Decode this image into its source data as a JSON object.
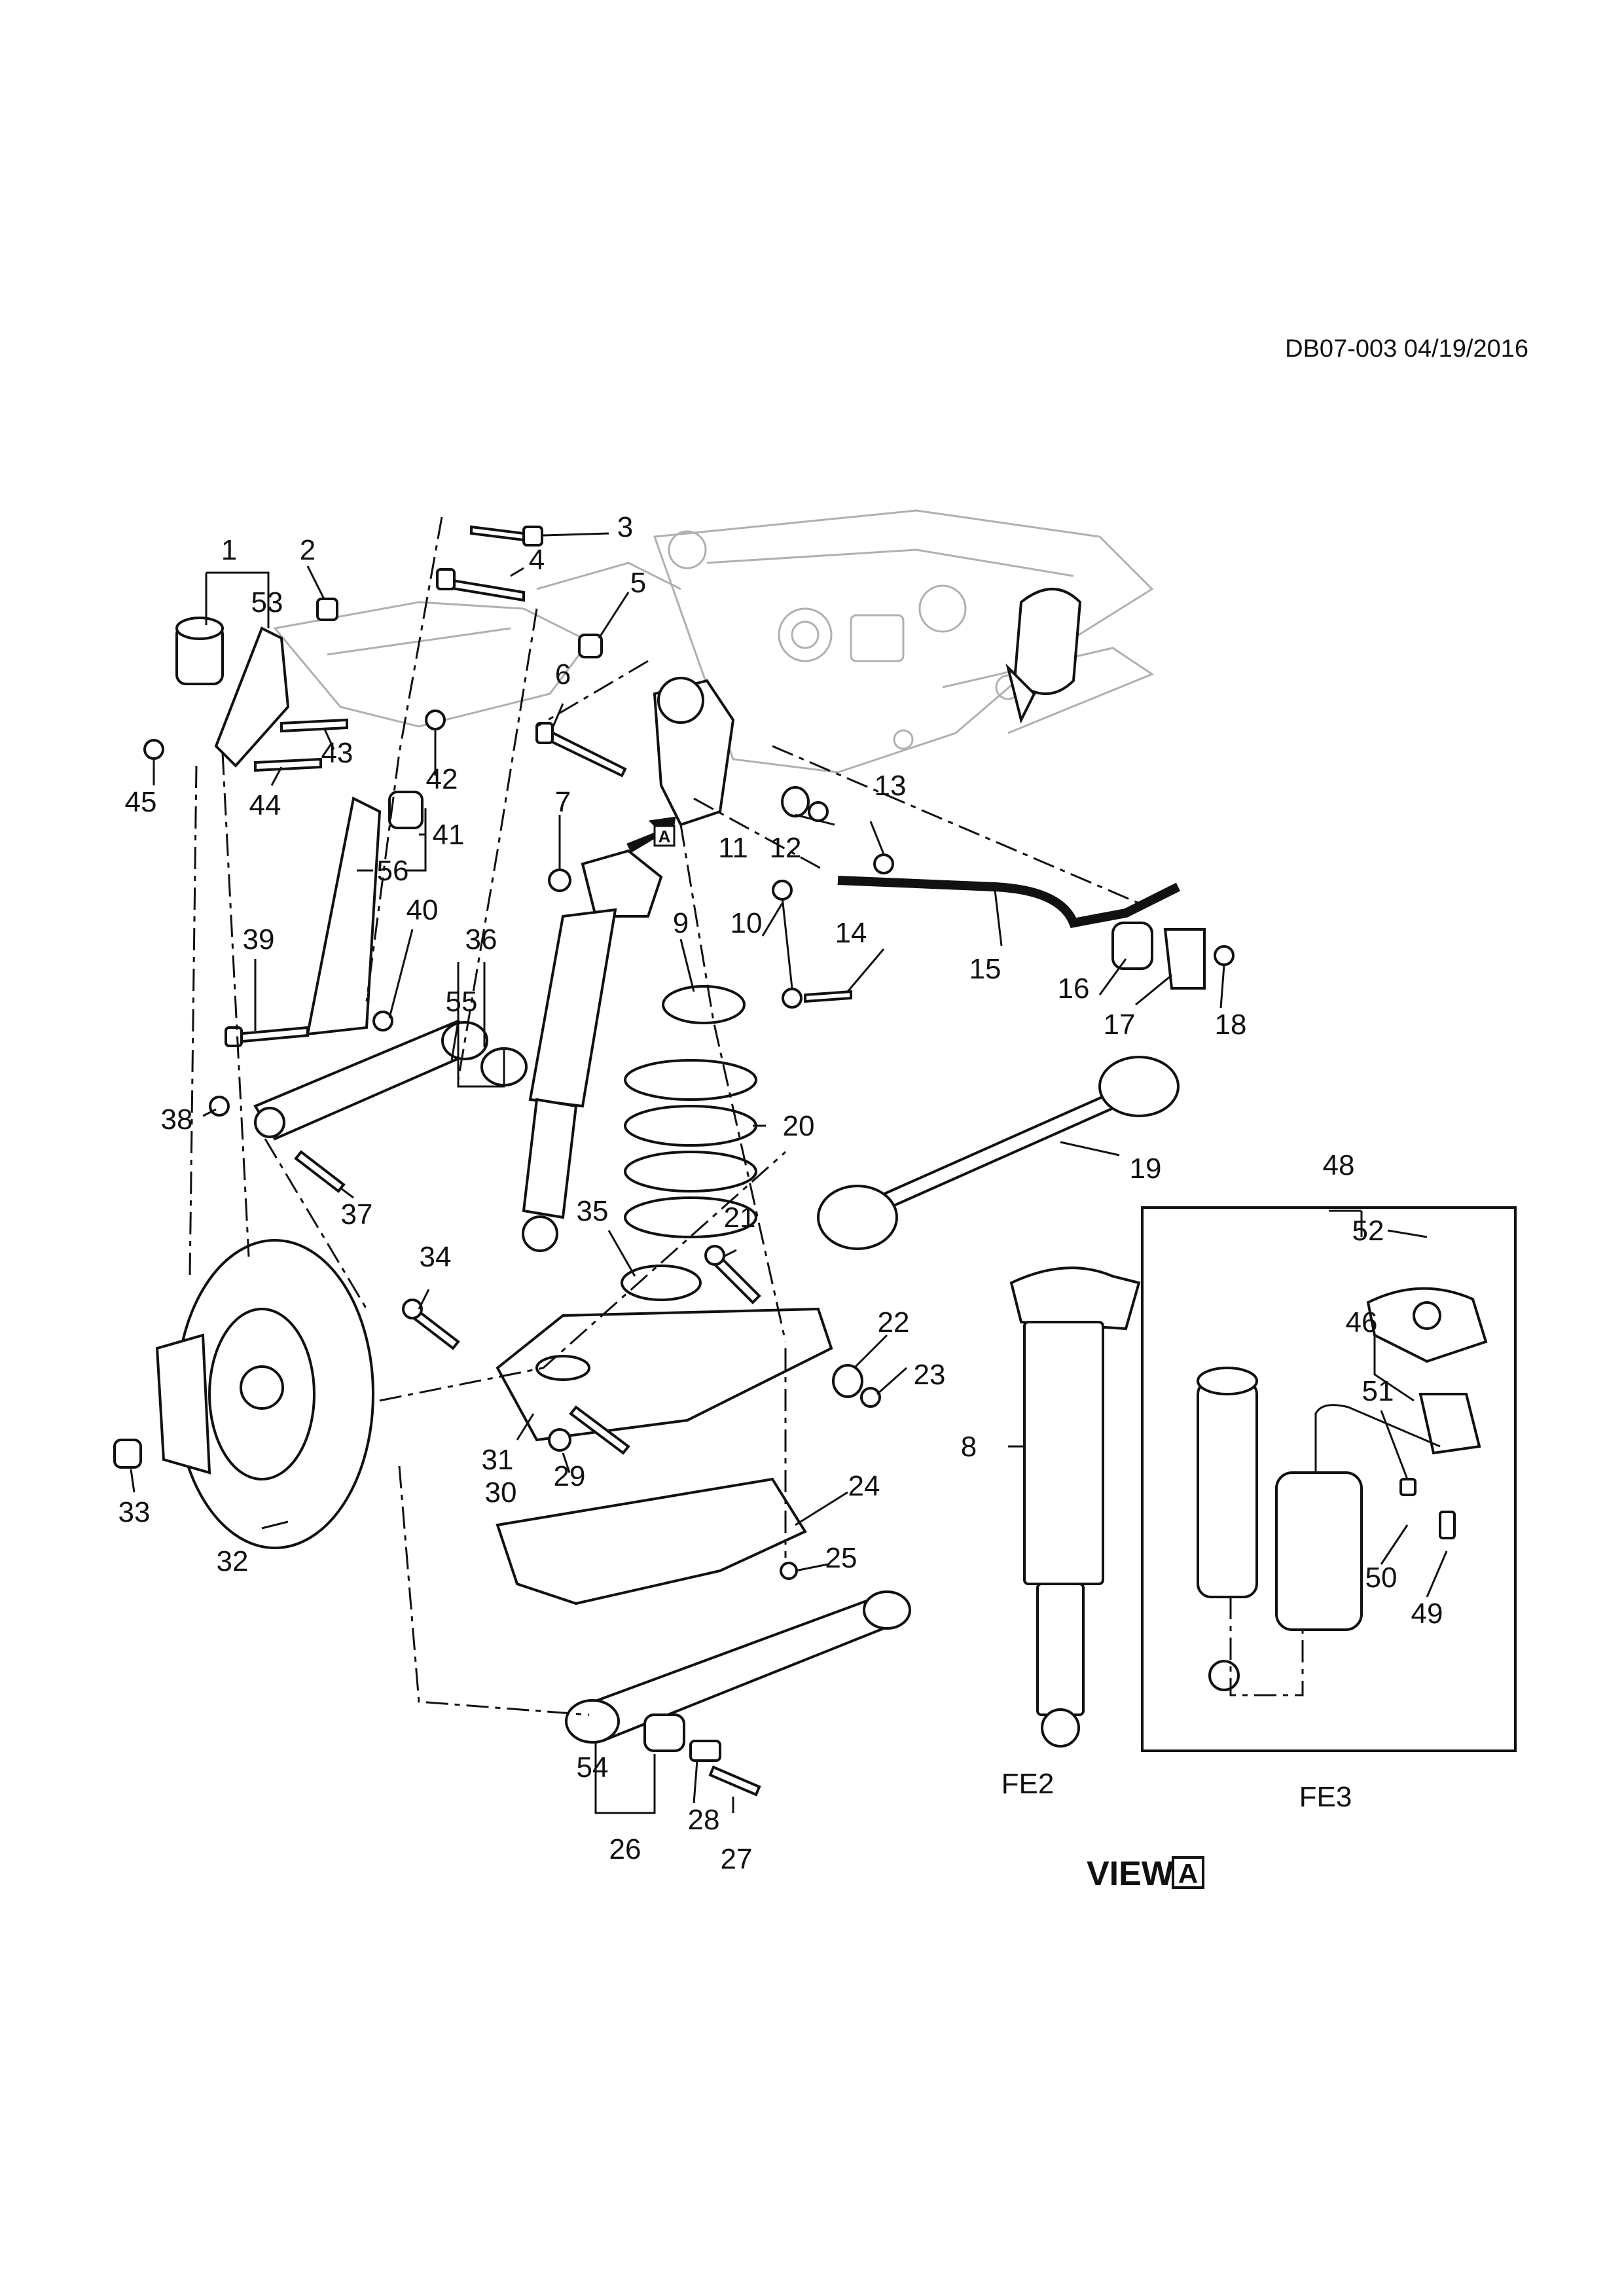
{
  "header": {
    "reference": "DB07-003 04/19/2016"
  },
  "callouts": [
    "1",
    "2",
    "3",
    "4",
    "5",
    "6",
    "7",
    "8",
    "9",
    "10",
    "11",
    "12",
    "13",
    "14",
    "15",
    "16",
    "17",
    "18",
    "19",
    "20",
    "21",
    "22",
    "23",
    "24",
    "25",
    "26",
    "27",
    "28",
    "29",
    "30",
    "31",
    "32",
    "33",
    "34",
    "35",
    "36",
    "37",
    "38",
    "39",
    "40",
    "41",
    "42",
    "43",
    "44",
    "45",
    "46",
    "48",
    "49",
    "50",
    "51",
    "52",
    "53",
    "54",
    "55",
    "56"
  ],
  "variants": {
    "box": "48",
    "fe2": "FE2",
    "fe3": "FE3"
  },
  "view": {
    "label": "VIEW",
    "letter": "A",
    "marker": "A"
  }
}
